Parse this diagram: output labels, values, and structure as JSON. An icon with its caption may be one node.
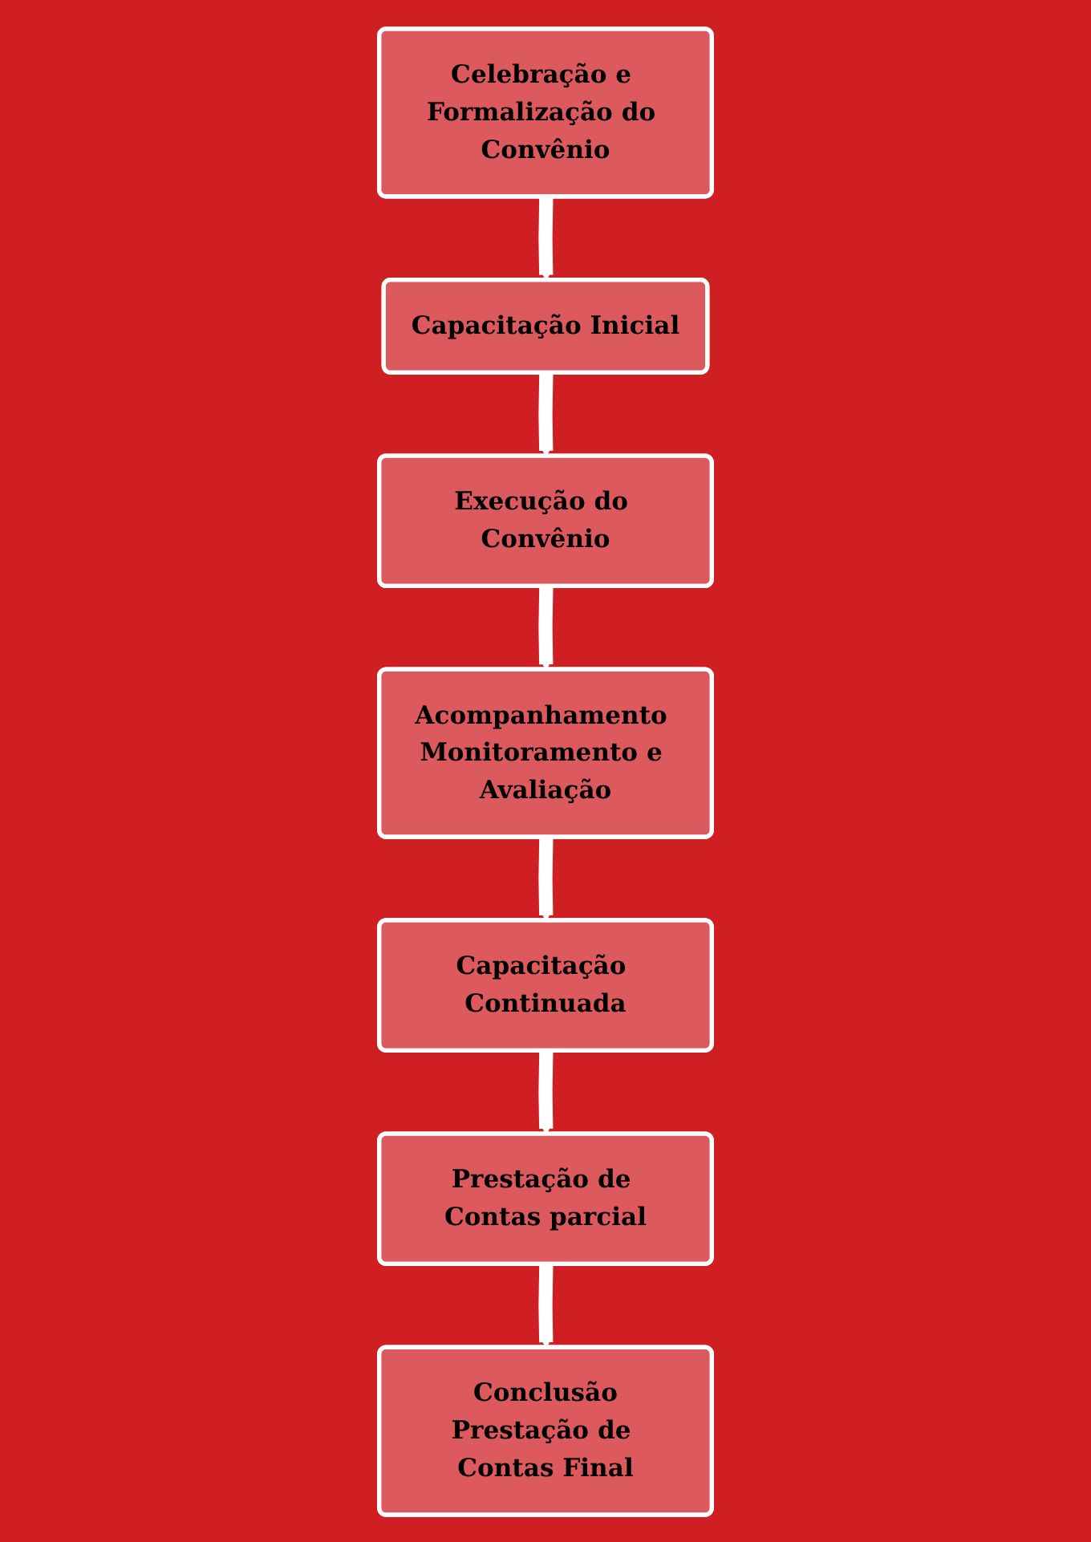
{
  "diagram": {
    "nodes": [
      {
        "text": [
          "Celebração e Formalização do Convênio"
        ]
      },
      {
        "text": [
          "Capacitação Inicial"
        ]
      },
      {
        "text": [
          "Execução do Convênio"
        ]
      },
      {
        "text": [
          "Acompanhamento Monitoramento e Avaliação"
        ]
      },
      {
        "text": [
          "Capacitação Continuada"
        ]
      },
      {
        "text": [
          "Prestação de Contas parcial"
        ]
      },
      {
        "text": [
          "Conclusão",
          "Prestação de Contas Final"
        ]
      }
    ],
    "edges": [
      {
        "from": 0,
        "to": 1,
        "arrow": "to"
      },
      {
        "from": 1,
        "to": 2,
        "arrow": "to"
      },
      {
        "from": 2,
        "to": 3,
        "arrow": "to"
      },
      {
        "from": 3,
        "to": 4,
        "arrow": "to"
      },
      {
        "from": 4,
        "to": 5,
        "arrow": "to"
      },
      {
        "from": 5,
        "to": 6,
        "arrow": "to"
      }
    ]
  }
}
